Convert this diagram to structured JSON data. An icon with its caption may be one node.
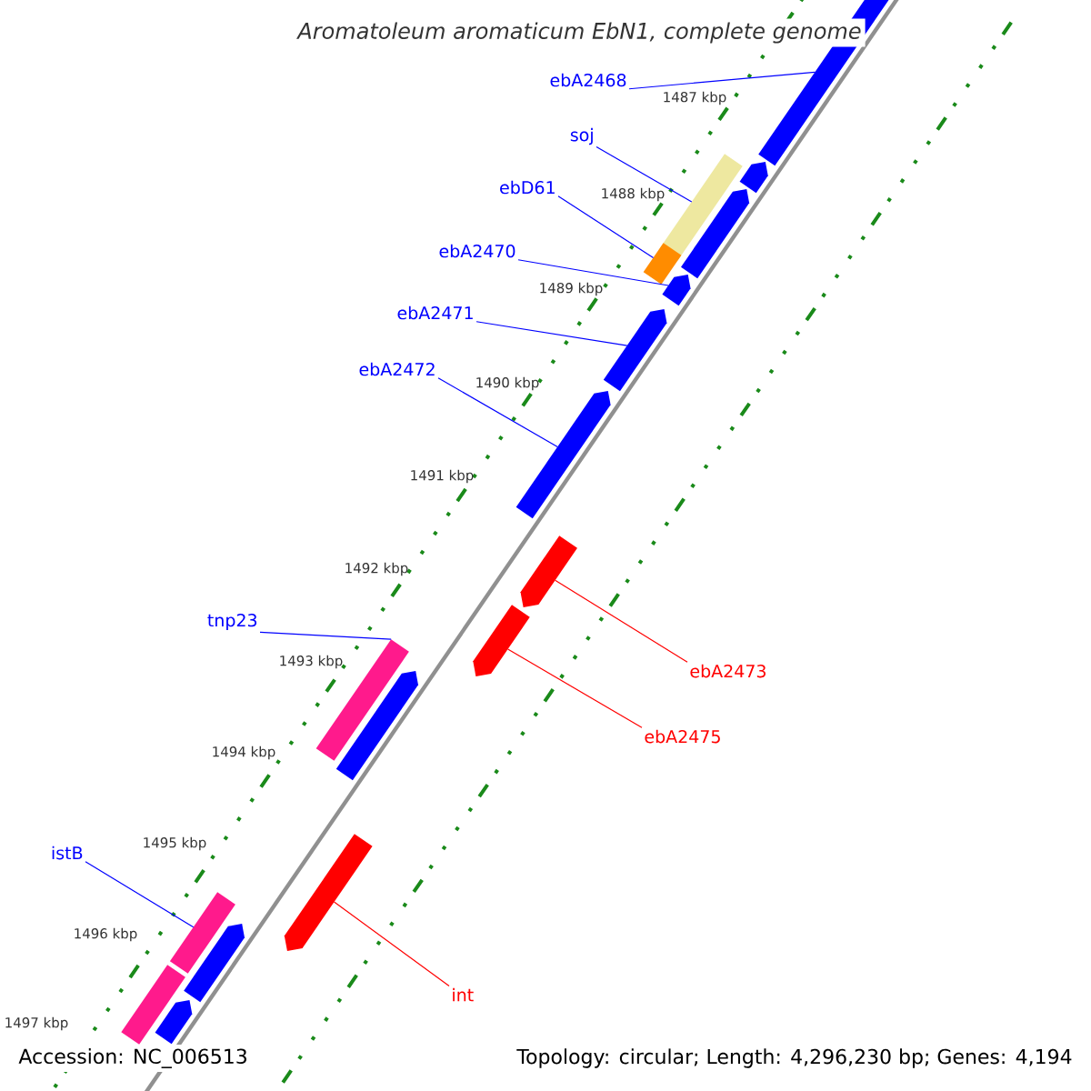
{
  "diagram": {
    "title": "Aromatoleum aromaticum EbN1, complete genome",
    "nodes": [
      {
        "text": [
          "ebA2468"
        ]
      },
      {
        "text": [
          "soj"
        ]
      },
      {
        "text": [
          "ebD61"
        ]
      },
      {
        "text": [
          "ebA2470"
        ]
      },
      {
        "text": [
          "ebA2471"
        ]
      },
      {
        "text": [
          "ebA2472"
        ]
      },
      {
        "text": [
          "tnp23"
        ]
      },
      {
        "text": [
          "ebA2473"
        ]
      },
      {
        "text": [
          "ebA2475"
        ]
      },
      {
        "text": [
          "istB"
        ]
      },
      {
        "text": [
          "int"
        ]
      },
      {
        "text": [],
        "shape": "arrow"
      },
      {
        "text": [],
        "shape": "arrow"
      },
      {
        "text": [],
        "shape": "box"
      },
      {
        "text": [],
        "shape": "arrow"
      },
      {
        "text": [],
        "shape": "box"
      },
      {
        "text": [],
        "shape": "arrow"
      },
      {
        "text": [],
        "shape": "arrow"
      },
      {
        "text": [],
        "shape": "arrow"
      },
      {
        "text": [],
        "shape": "arrow"
      },
      {
        "text": [],
        "shape": "arrow"
      },
      {
        "text": [],
        "shape": "box"
      },
      {
        "text": [],
        "shape": "arrow"
      },
      {
        "text": [],
        "shape": "arrow"
      },
      {
        "text": [],
        "shape": "box"
      },
      {
        "text": [],
        "shape": "arrow"
      },
      {
        "text": [],
        "shape": "box"
      },
      {
        "text": [],
        "shape": "arrow"
      }
    ],
    "edges": [
      {
        "from": 0,
        "to": 11,
        "arrow": "none"
      },
      {
        "from": 1,
        "to": 13,
        "arrow": "none"
      },
      {
        "from": 2,
        "to": 15,
        "arrow": "none"
      },
      {
        "from": 3,
        "to": 16,
        "arrow": "none"
      },
      {
        "from": 4,
        "to": 17,
        "arrow": "none"
      },
      {
        "from": 5,
        "to": 18,
        "arrow": "none"
      },
      {
        "from": 6,
        "to": 21,
        "arrow": "none"
      },
      {
        "from": 7,
        "to": 19,
        "arrow": "none",
        "color": "#ff0000"
      },
      {
        "from": 8,
        "to": 20,
        "arrow": "none",
        "color": "#ff0000"
      },
      {
        "from": 9,
        "to": 24,
        "arrow": "none"
      },
      {
        "from": 10,
        "to": 23,
        "arrow": "none",
        "color": "#ff0000"
      }
    ],
    "labels": [
      "1487 kbp",
      "1488 kbp",
      "1489 kbp",
      "1490 kbp",
      "1491 kbp",
      "1492 kbp",
      "1493 kbp",
      "1494 kbp",
      "1495 kbp",
      "1496 kbp",
      "1497 kbp",
      "Accession: NC_006513",
      "Topology: circular; Length: 4,296,230 bp; Genes: 4,194"
    ]
  }
}
